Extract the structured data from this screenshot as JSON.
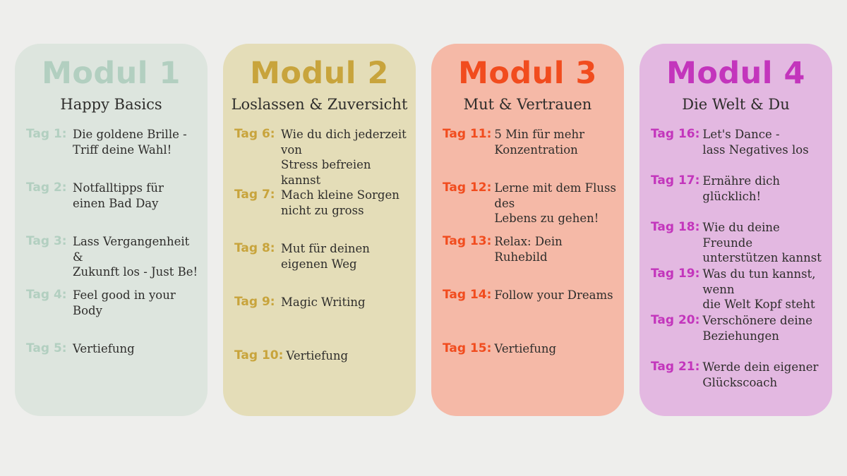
{
  "page": {
    "background_color": "#eeeeec",
    "text_color": "#2e2d2b"
  },
  "modules": [
    {
      "title": "Modul 1",
      "subtitle": "Happy Basics",
      "bg_color": "#dde5de",
      "accent_color": "#b2cfc0",
      "entries": [
        {
          "label": "Tag 1:",
          "text": "Die goldene Brille -\nTriff deine Wahl!"
        },
        {
          "label": "Tag 2:",
          "text": "Notfalltipps für\neinen Bad Day"
        },
        {
          "label": "Tag 3:",
          "text": "Lass Vergangenheit &\nZukunft los - Just Be!"
        },
        {
          "label": "Tag 4:",
          "text": "Feel good in your Body"
        },
        {
          "label": "Tag 5:",
          "text": "Vertiefung"
        }
      ]
    },
    {
      "title": "Modul 2",
      "subtitle": "Loslassen & Zuversicht",
      "bg_color": "#e4ddb8",
      "accent_color": "#c8a43c",
      "entries": [
        {
          "label": "Tag 6:",
          "text": "Wie du dich jederzeit von\nStress befreien kannst"
        },
        {
          "label": "Tag 7:",
          "text": "Mach kleine Sorgen\nnicht zu gross"
        },
        {
          "label": "Tag 8:",
          "text": "Mut für deinen\neigenen Weg"
        },
        {
          "label": "Tag 9:",
          "text": "Magic Writing"
        },
        {
          "label": "Tag 10:",
          "text": "Vertiefung"
        }
      ]
    },
    {
      "title": "Modul 3",
      "subtitle": "Mut & Vertrauen",
      "bg_color": "#f5b9a7",
      "accent_color": "#f14c1e",
      "entries": [
        {
          "label": "Tag 11:",
          "text": "5 Min für mehr\nKonzentration"
        },
        {
          "label": "Tag 12:",
          "text": "Lerne mit dem Fluss des\nLebens  zu gehen!"
        },
        {
          "label": "Tag 13:",
          "text": "Relax: Dein Ruhebild"
        },
        {
          "label": "Tag 14:",
          "text": "Follow your Dreams"
        },
        {
          "label": "Tag 15:",
          "text": "Vertiefung"
        }
      ]
    },
    {
      "title": "Modul 4",
      "subtitle": "Die Welt & Du",
      "bg_color": "#e3b8e1",
      "accent_color": "#c335bc",
      "entries": [
        {
          "label": "Tag 16:",
          "text": "Let's Dance -\nlass Negatives los"
        },
        {
          "label": "Tag 17:",
          "text": "Ernähre dich glücklich!"
        },
        {
          "label": "Tag 18:",
          "text": "Wie du deine Freunde\nunterstützen kannst"
        },
        {
          "label": "Tag 19:",
          "text": "Was du tun kannst, wenn\ndie Welt Kopf steht"
        },
        {
          "label": "Tag 20:",
          "text": "Verschönere deine\nBeziehungen"
        },
        {
          "label": "Tag 21:",
          "text": "Werde dein eigener\nGlückscoach"
        }
      ]
    }
  ]
}
